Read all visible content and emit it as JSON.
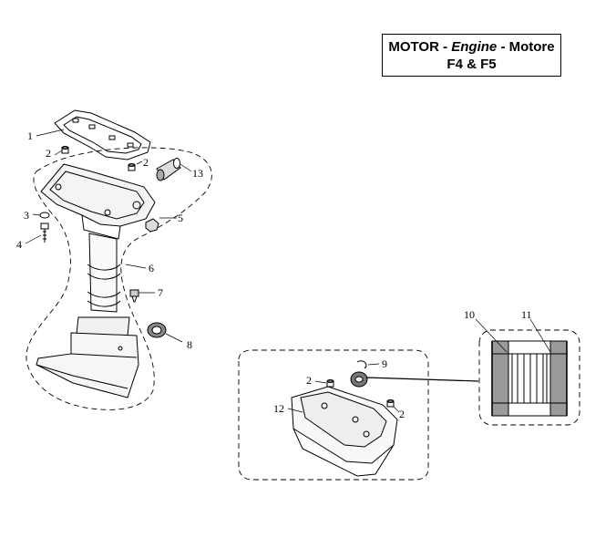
{
  "title": {
    "line1_part1": "MOTOR - ",
    "line1_part2": "Engine",
    "line1_part3": " - Motore",
    "line2": "F4 & F5"
  },
  "callouts": [
    "1",
    "2",
    "2",
    "3",
    "4",
    "5",
    "6",
    "7",
    "8",
    "13",
    "10",
    "11",
    "9",
    "2",
    "12",
    "2"
  ]
}
